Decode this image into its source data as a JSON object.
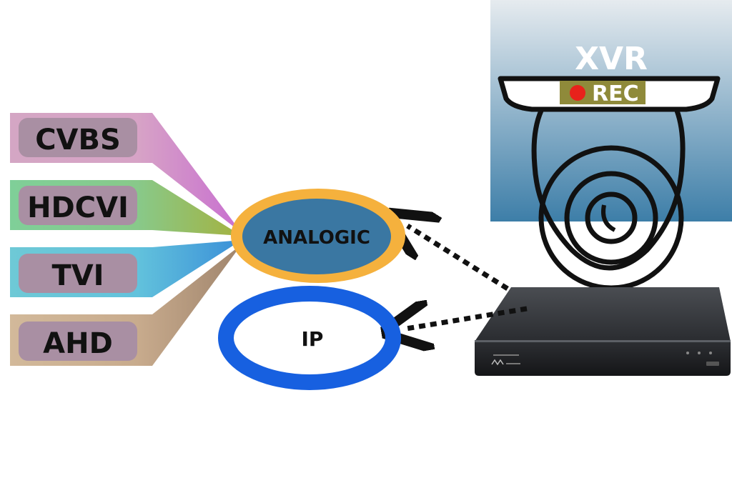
{
  "title": "XVR",
  "recorder_badge": "REC",
  "colors": {
    "cvbs": "#d4a6c4",
    "hdcvi": "#7fcf98",
    "tvi": "#6ec9d6",
    "ahd": "#d2b99a",
    "label_pill": "#a98fa3",
    "analogic_ring": "#f5b13d",
    "analogic_fill": "#3a77a2",
    "ip_ring": "#1760e0",
    "rec_dot": "#e8221b",
    "rec_band": "#8f8a3a",
    "panel_top": "#e6ebef",
    "panel_bottom": "#3d7ea8"
  },
  "signal_types": [
    {
      "label": "CVBS"
    },
    {
      "label": "HDCVI"
    },
    {
      "label": "TVI"
    },
    {
      "label": "AHD"
    }
  ],
  "analogic": {
    "label": "ANALOGIC"
  },
  "ip": {
    "label": "IP"
  }
}
